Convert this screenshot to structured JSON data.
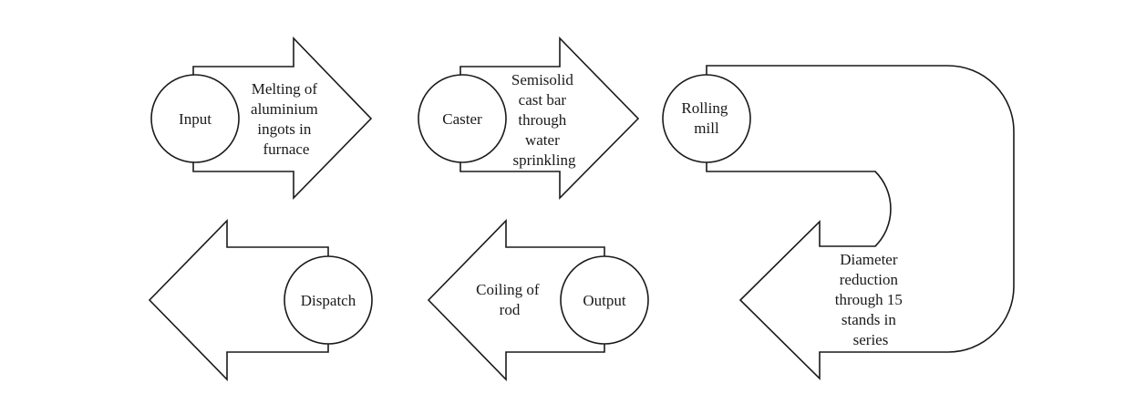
{
  "colors": {
    "stroke": "#1a1a1a",
    "fill": "#ffffff",
    "text": "#1a1a1a"
  },
  "nodes": {
    "input": {
      "label": "Input"
    },
    "melting": {
      "lines": [
        "Melting of",
        "aluminium",
        "ingots in",
        "furnace"
      ]
    },
    "caster": {
      "label": "Caster"
    },
    "semisolid": {
      "lines": [
        "Semisolid",
        "cast bar",
        "through",
        "water",
        "sprinkling"
      ]
    },
    "rolling": {
      "lines": [
        "Rolling",
        "mill"
      ]
    },
    "diameter": {
      "lines": [
        "Diameter",
        "reduction",
        "through 15",
        "stands in",
        "series"
      ]
    },
    "output": {
      "label": "Output"
    },
    "coiling": {
      "lines": [
        "Coiling of",
        "rod"
      ]
    },
    "dispatch": {
      "label": "Dispatch"
    }
  }
}
